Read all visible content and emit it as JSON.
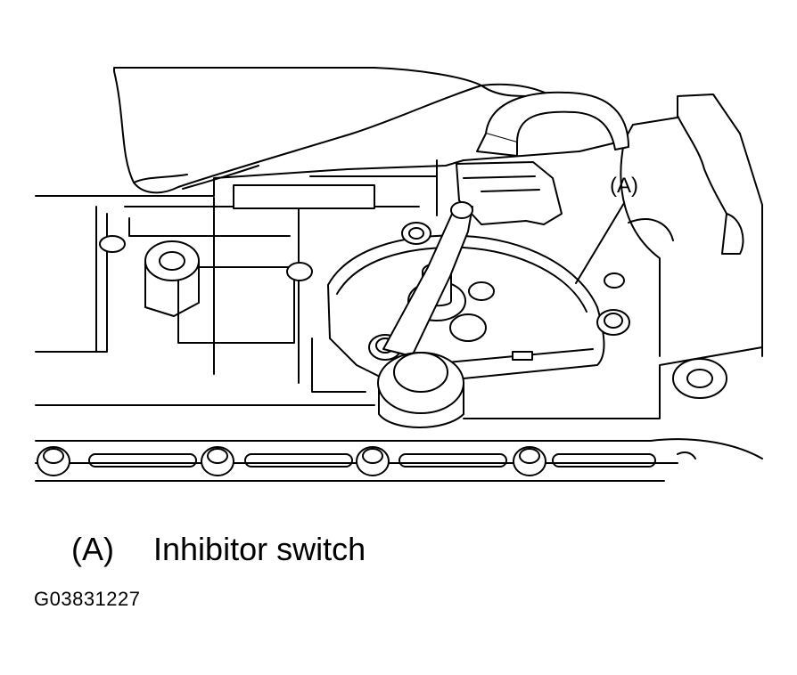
{
  "callout": {
    "marker": "(A)"
  },
  "legend": {
    "letter": "(A)",
    "label": "Inhibitor switch"
  },
  "figure_id": "G03831227"
}
